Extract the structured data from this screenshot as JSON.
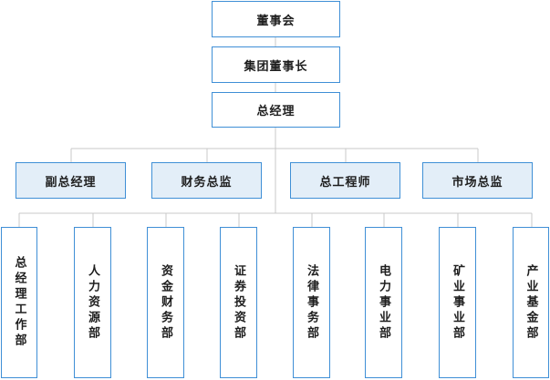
{
  "chart": {
    "top_level": [
      {
        "id": "board",
        "label": "董事会"
      },
      {
        "id": "chairman",
        "label": "集团董事长"
      },
      {
        "id": "gm",
        "label": "总经理"
      }
    ],
    "second_level": [
      {
        "id": "deputy-gm",
        "label": "副总经理"
      },
      {
        "id": "finance-director",
        "label": "财务总监"
      },
      {
        "id": "chief-engineer",
        "label": "总工程师"
      },
      {
        "id": "marketing-director",
        "label": "市场总监"
      }
    ],
    "departments": [
      {
        "id": "gm-office",
        "label": "总经理工作部"
      },
      {
        "id": "hr",
        "label": "人力资源部"
      },
      {
        "id": "finance",
        "label": "资金财务部"
      },
      {
        "id": "securities",
        "label": "证券投资部"
      },
      {
        "id": "legal",
        "label": "法律事务部"
      },
      {
        "id": "power",
        "label": "电力事业部"
      },
      {
        "id": "mining",
        "label": "矿业事业部"
      },
      {
        "id": "industry-fund",
        "label": "产业基金部"
      }
    ]
  },
  "colors": {
    "border": "#3f8fd6",
    "mid_fill": "#e3eef8",
    "top_fill": "#ffffff",
    "connector": "#c9c9c9",
    "text": "#1e1e1e"
  }
}
